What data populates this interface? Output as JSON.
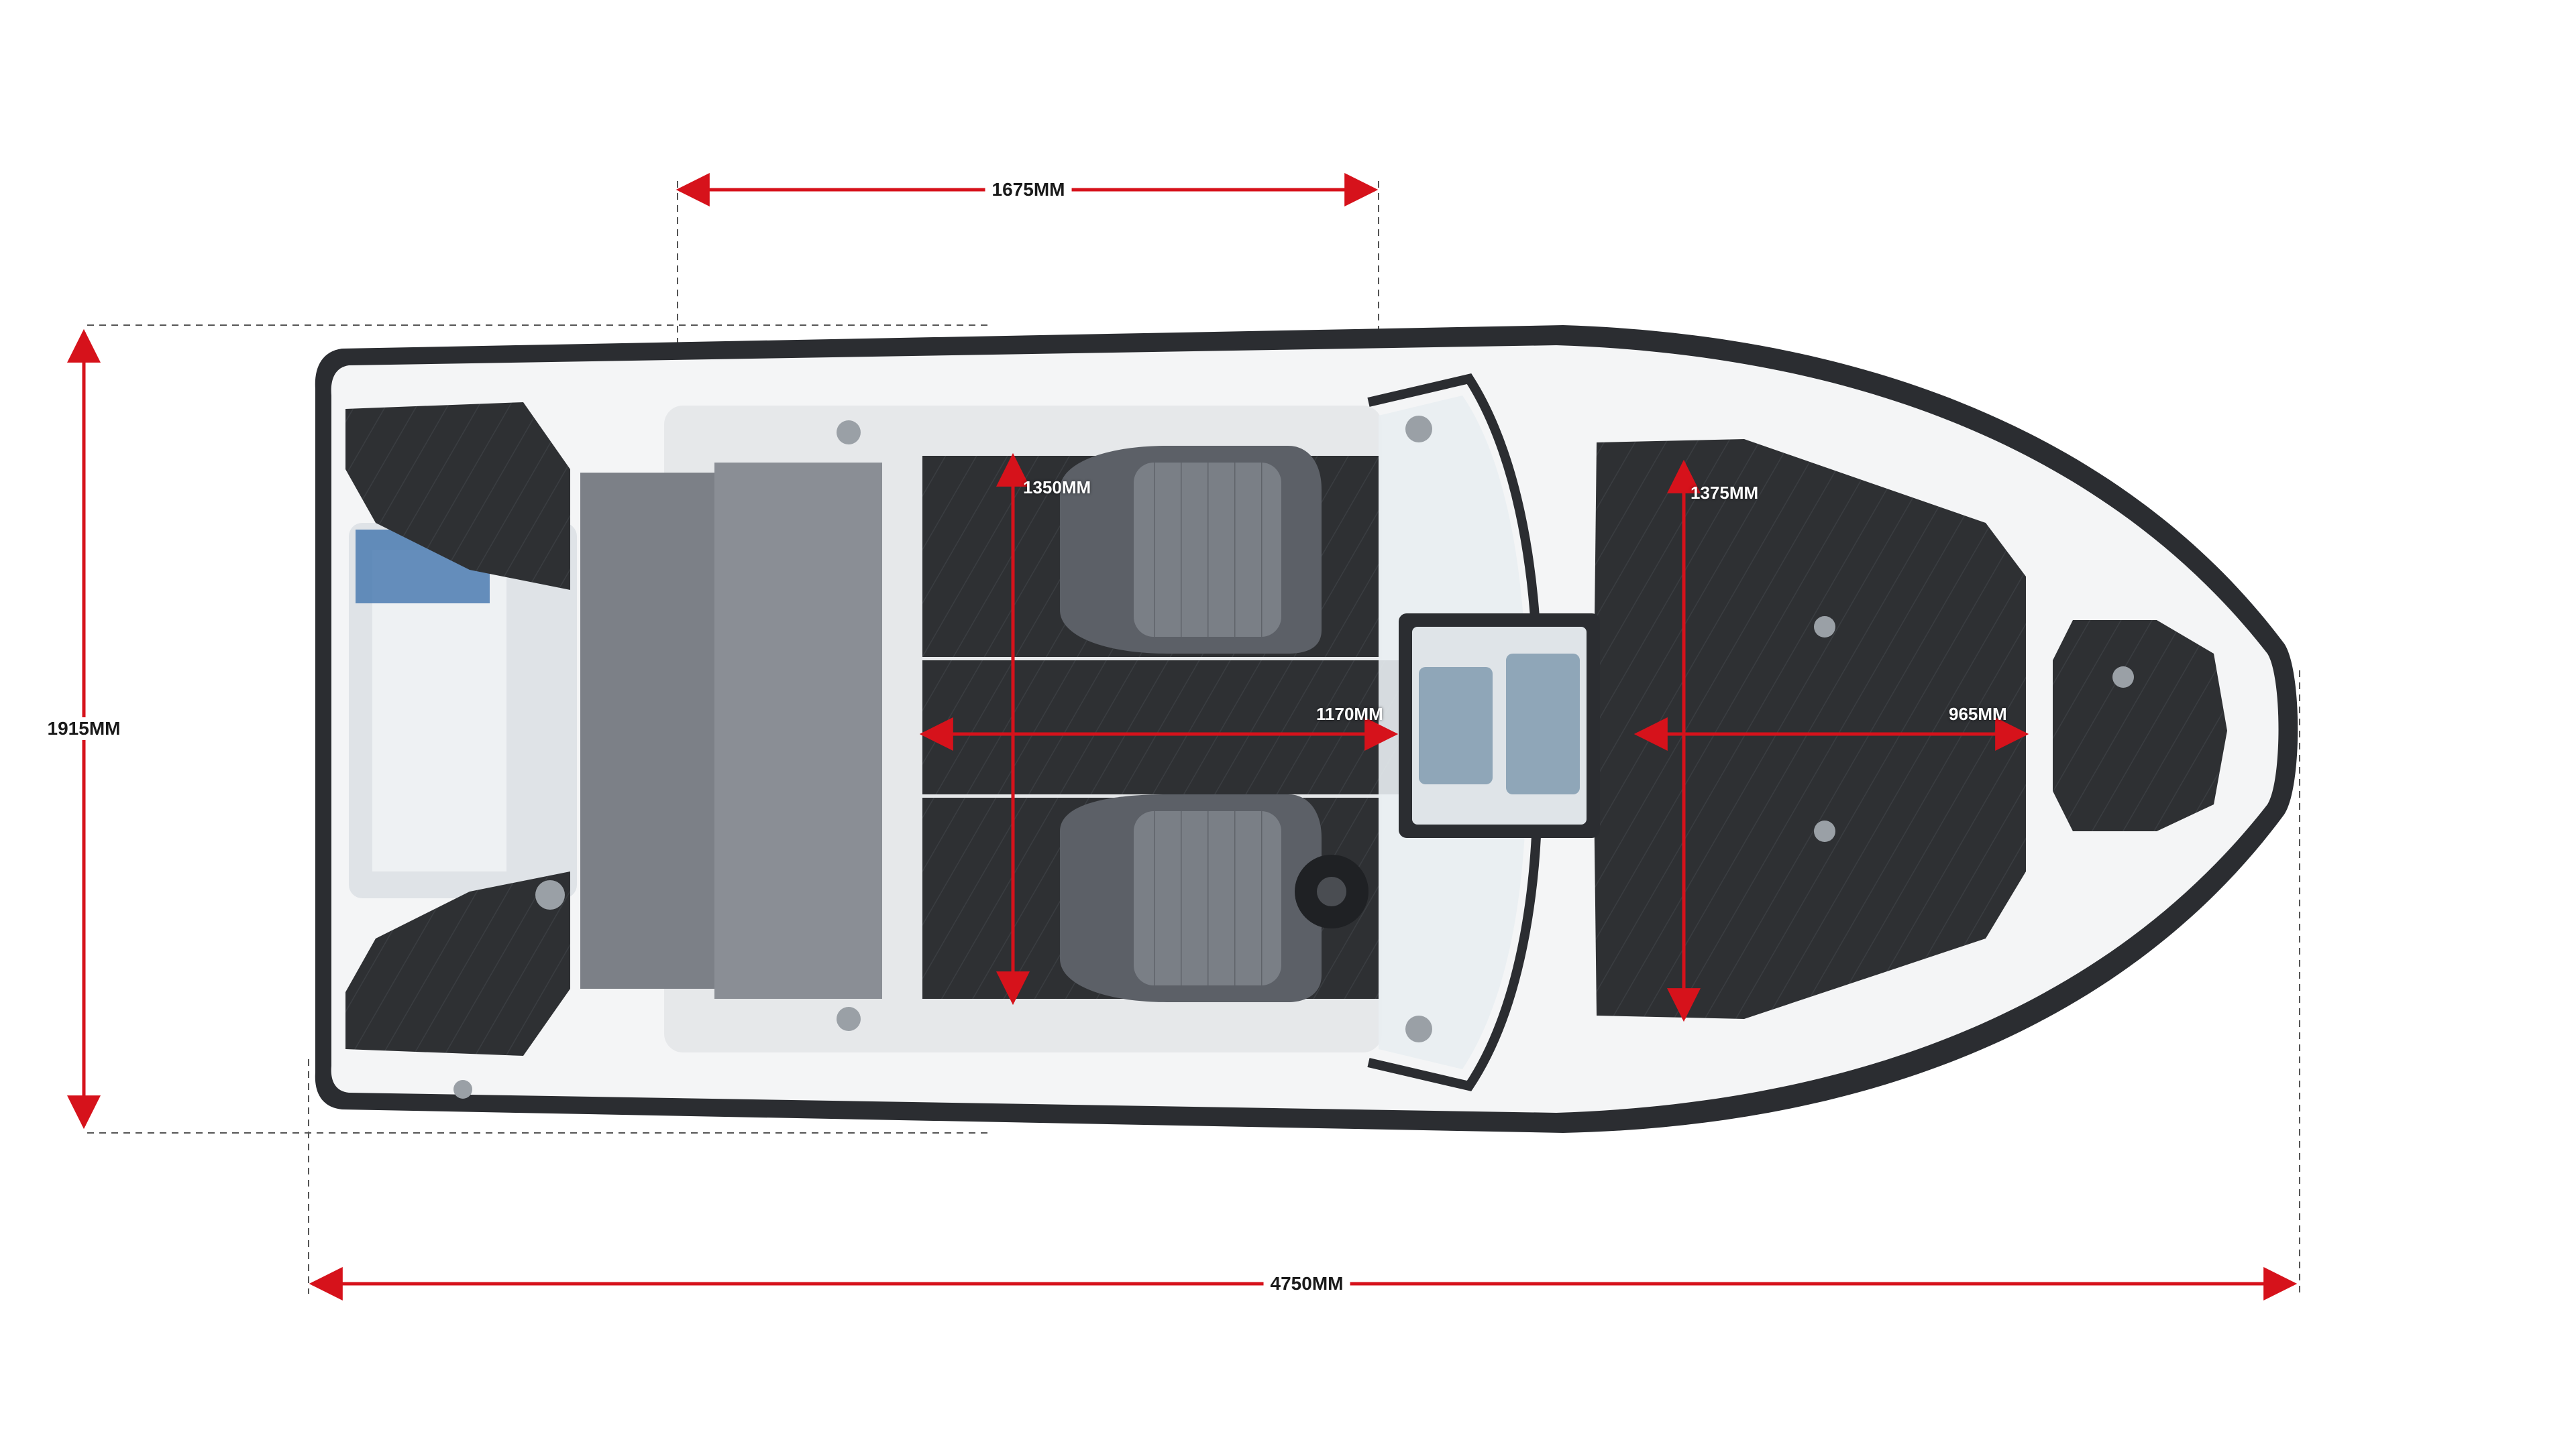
{
  "dimensions": {
    "length": "4750MM",
    "beam": "1915MM",
    "cockpit_length": "1675MM",
    "cockpit_width": "1350MM",
    "console_gap": "1170MM",
    "bow_width": "1375MM",
    "bow_length": "965MM"
  },
  "colors": {
    "dimension_line": "#d6121b",
    "hull_outline": "#2b2d31",
    "deck_white": "#f4f5f6",
    "mat_dark": "#2e3033",
    "seat_gray": "#6e737a",
    "bench_gray": "#7c8087",
    "glass": "#8fa6b8"
  }
}
